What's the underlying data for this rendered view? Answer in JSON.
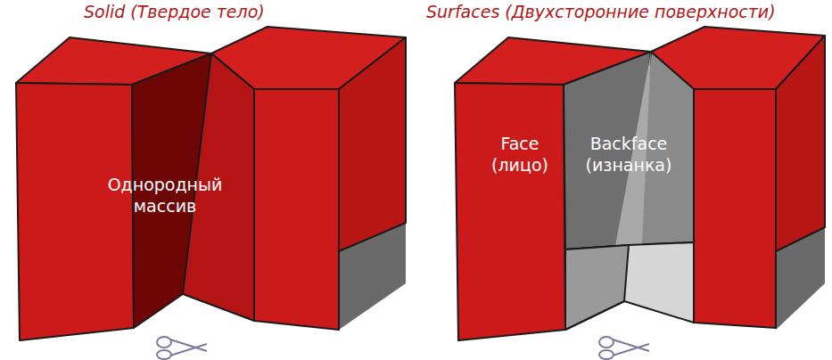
{
  "diagram": {
    "labels": [
      "Solid (Твердое тело)",
      "Surfaces (Двухсторонние поверхности)",
      "Однородный массив",
      "Face (лицо)",
      "Backface (изнанка)"
    ]
  }
}
